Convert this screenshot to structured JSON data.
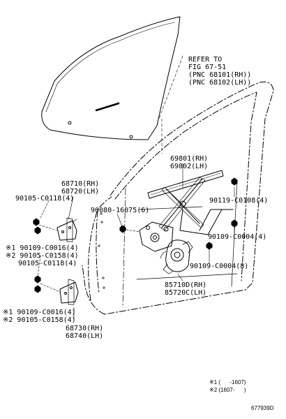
{
  "refer": {
    "line1": "REFER TO",
    "line2": "FIG 67-51",
    "line3": "(PNC 68101(RH))",
    "line4": "(PNC 68102(LH))"
  },
  "parts": {
    "regulator_rh": "69801(RH)",
    "regulator_lh": "69802(LH)",
    "upper_hinge_rh": "68710(RH)",
    "upper_hinge_lh": "68720(LH)",
    "bolt_0118_upper": "90105-C0118(4)",
    "bolt_16075": "90080-16075(6)",
    "bolt_c0108": "90119-C0108(4)",
    "bolt_c0004_4": "90109-C0004(4)",
    "bolt_c0016_upper": "※1 90109-C0016(4)",
    "bolt_c0158_upper": "※2 90105-C0158(4)",
    "bolt_0118_lower": "90105-C0118(4)",
    "bolt_c0004_8": "90109-C0004(8)",
    "motor_rh": "85710D(RH)",
    "motor_lh": "85720C(LH)",
    "bolt_c0016_lower": "※1 90109-C0016(4)",
    "bolt_c0158_lower": "※2 90105-C0158(4)",
    "lower_hinge_rh": "68730(RH)",
    "lower_hinge_lh": "68740(LH)"
  },
  "footnotes": {
    "note1": "※1 (      -1607)",
    "note2": "※2 (1607-      )"
  },
  "figure_id": "677939D"
}
